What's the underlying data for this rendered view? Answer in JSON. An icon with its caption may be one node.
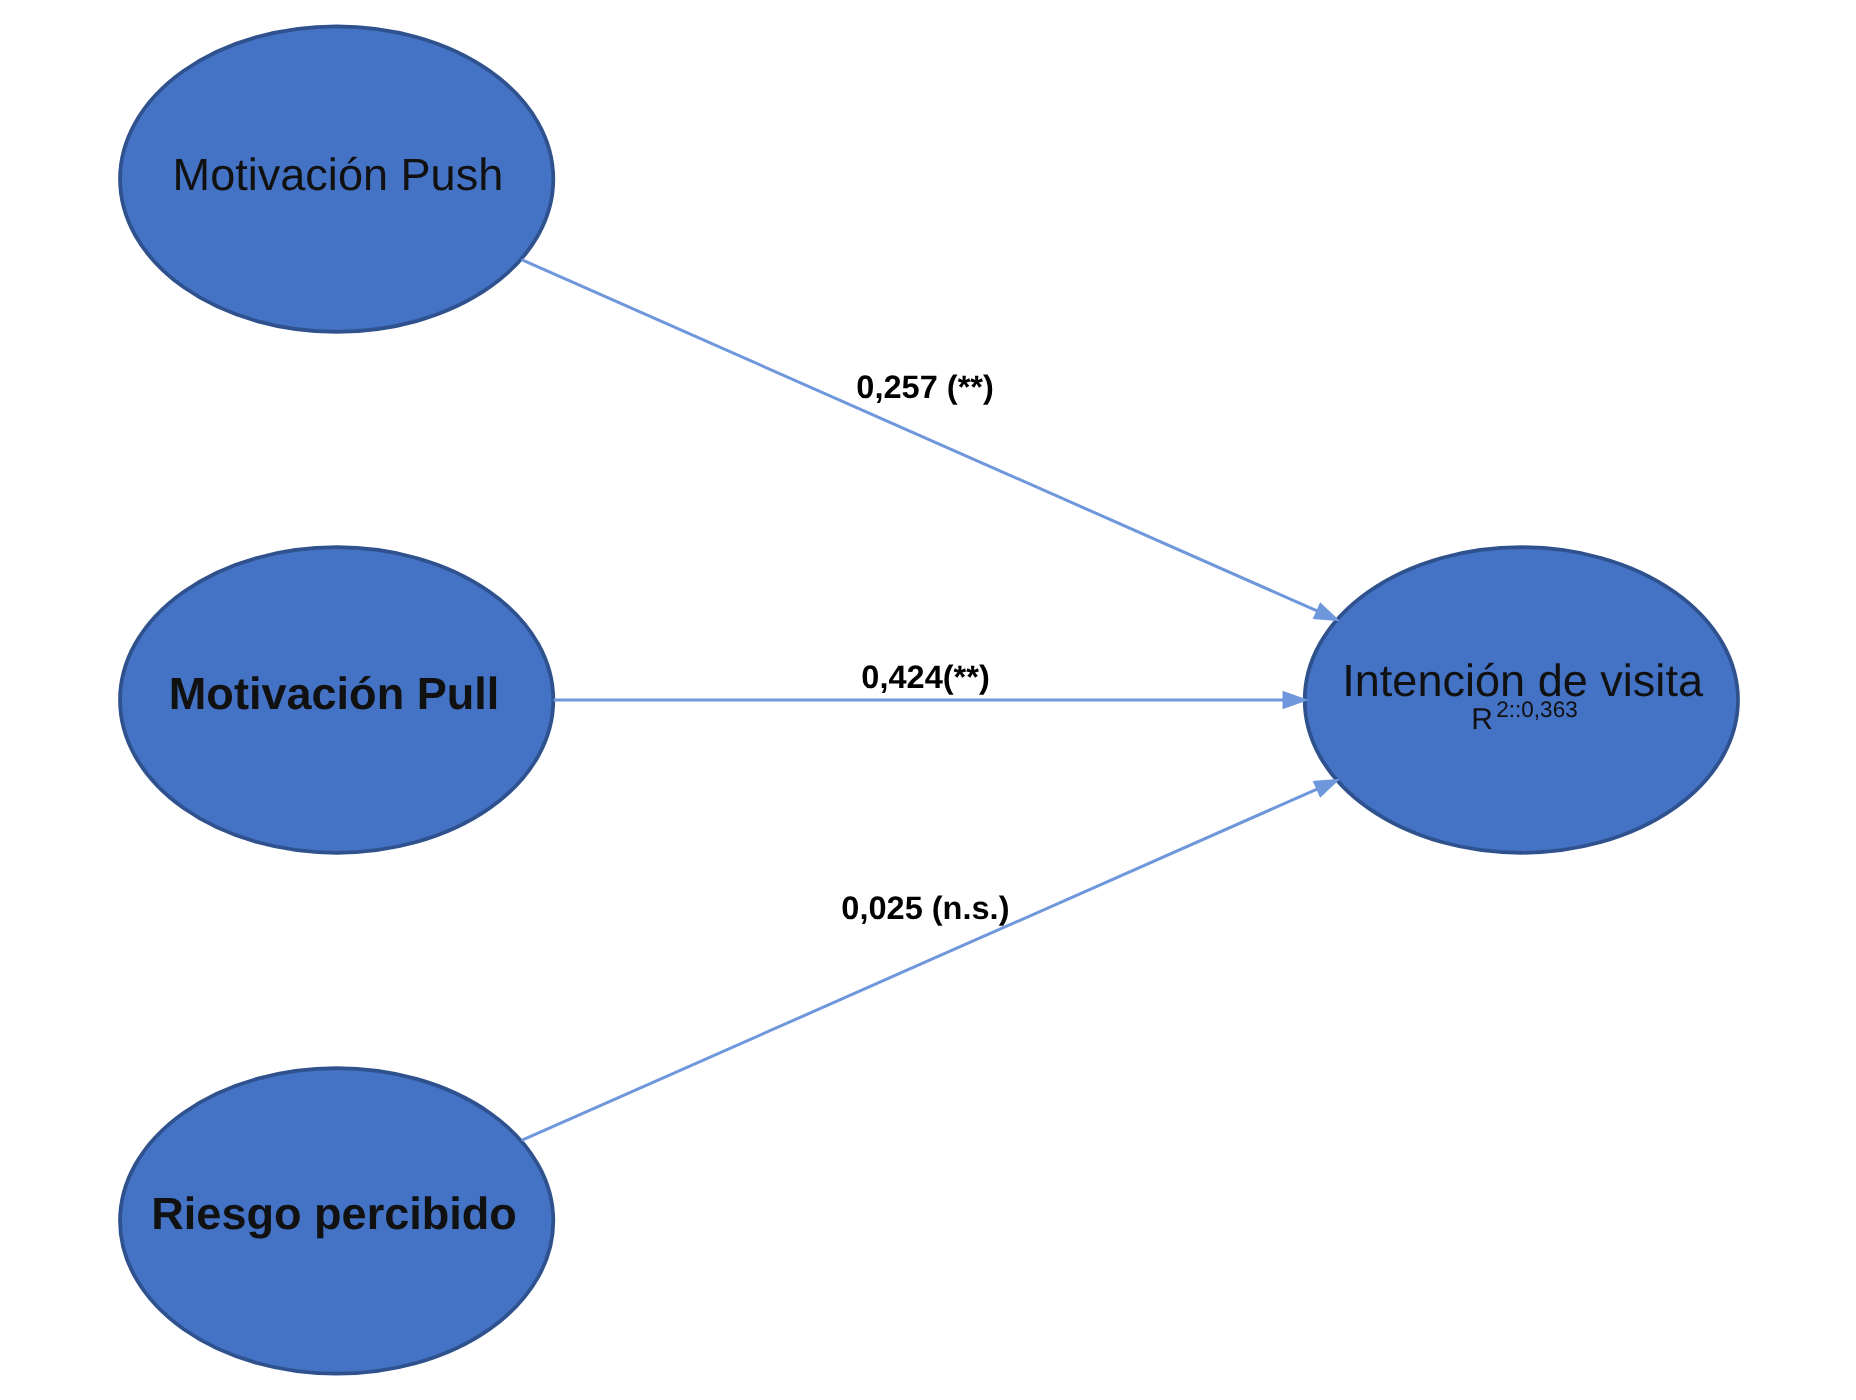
{
  "diagram": {
    "nodes": [
      {
        "text": [
          "Motivación Push"
        ]
      },
      {
        "text": [
          "Motivación Pull"
        ]
      },
      {
        "text": [
          "Riesgo percibido"
        ]
      },
      {
        "text": [
          "Intención de visita",
          "R$^{2::0,363}$"
        ]
      }
    ],
    "edges": [
      {
        "from": 0,
        "to": 3,
        "arrow": "to",
        "label": "0,257 (**)"
      },
      {
        "from": 1,
        "to": 3,
        "arrow": "to",
        "label": "0,424(**)"
      },
      {
        "from": 2,
        "to": 3,
        "arrow": "to",
        "label": "0,025 (n.s.)"
      }
    ]
  }
}
